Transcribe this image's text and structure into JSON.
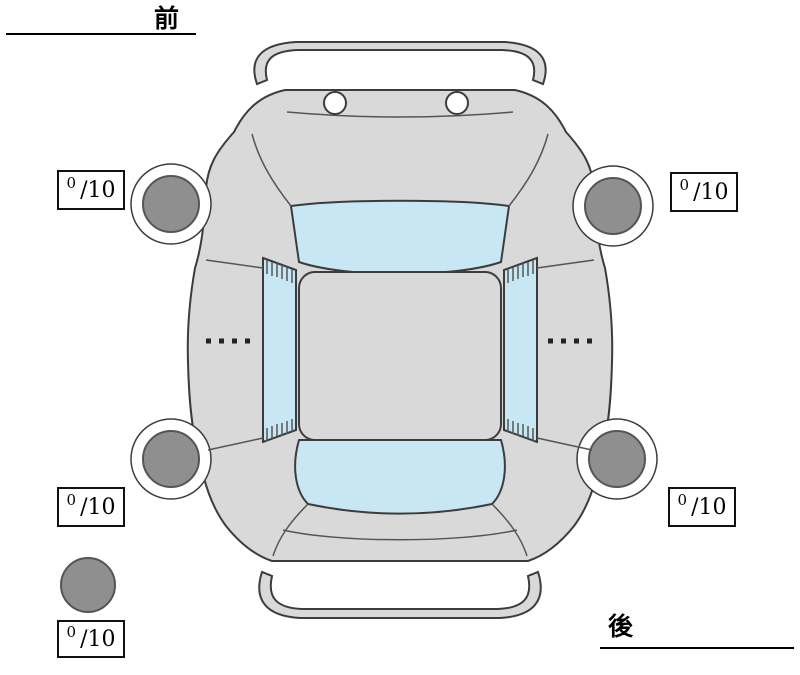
{
  "orientation": {
    "front_label": "前",
    "rear_label": "後"
  },
  "tires": [
    {
      "position": "front-left",
      "value": "0",
      "max": "/10"
    },
    {
      "position": "front-right",
      "value": "0",
      "max": "/10"
    },
    {
      "position": "rear-left",
      "value": "0",
      "max": "/10"
    },
    {
      "position": "rear-right",
      "value": "0",
      "max": "/10"
    },
    {
      "position": "spare",
      "value": "0",
      "max": "/10"
    }
  ],
  "colors": {
    "body": "#d9d9d9",
    "glass": "#c7e7f4",
    "tire": "#8f8f8f",
    "outline": "#3c3c3c",
    "background": "#ffffff"
  }
}
